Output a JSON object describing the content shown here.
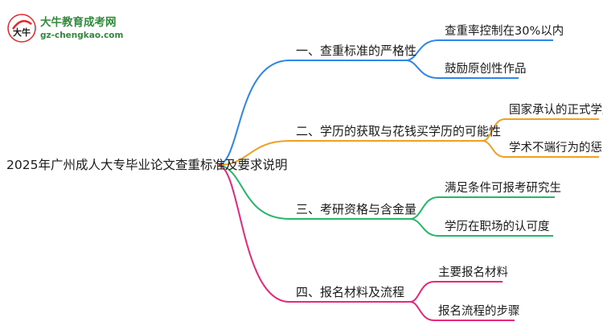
{
  "logo": {
    "title": "大牛教育成考网",
    "url": "gz-chengkao.com",
    "mark_text": "大牛",
    "colors": {
      "text": "#2f8a3a",
      "accent": "#e8262a"
    }
  },
  "mindmap": {
    "root": "2025年广州成人大专毕业论文查重标准及要求说明",
    "branches": [
      {
        "label": "一、查重标准的严格性",
        "color": "#2e86e8",
        "children": [
          "查重率控制在30%以内",
          "鼓励原创性作品"
        ]
      },
      {
        "label": "二、学历的获取与花钱买学历的可能性",
        "color": "#f0a020",
        "children": [
          "国家承认的正式学历",
          "学术不端行为的惩罚"
        ]
      },
      {
        "label": "三、考研资格与含金量",
        "color": "#22b866",
        "children": [
          "满足条件可报考研究生",
          "学历在职场的认可度"
        ]
      },
      {
        "label": "四、报名材料及流程",
        "color": "#e8267a",
        "children": [
          "主要报名材料",
          "报名流程的步骤"
        ]
      }
    ]
  }
}
